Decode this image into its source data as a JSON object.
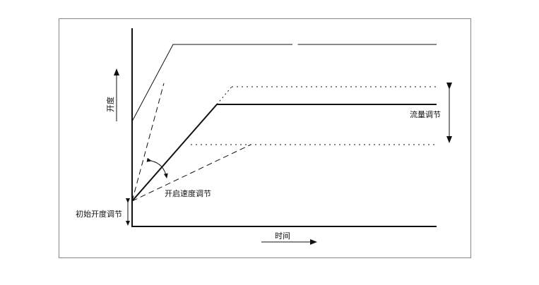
{
  "labels": {
    "y_axis": "开度",
    "x_axis": "时间",
    "flow_regulation": "流量调节",
    "opening_speed_regulation": "开启速度调节",
    "initial_opening_regulation": "初始开度调节"
  },
  "colors": {
    "ink": "#111111",
    "frame": "#888888",
    "background": "#ffffff"
  }
}
